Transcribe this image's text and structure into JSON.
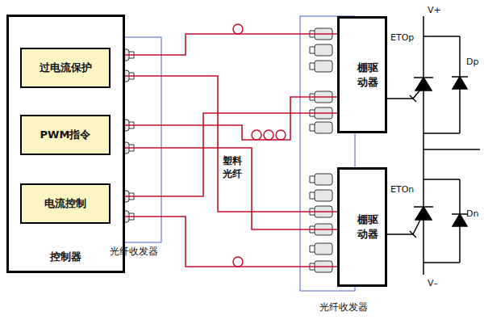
{
  "diagram": {
    "nodes": [
      {
        "text": [
          "控制器"
        ]
      },
      {
        "text": [
          "过电流保护"
        ],
        "in": 0
      },
      {
        "text": [
          "PWM指令"
        ],
        "in": 0
      },
      {
        "text": [
          "电流控制"
        ],
        "in": 0
      },
      {
        "text": [
          "棚驱 动器"
        ]
      },
      {
        "text": [
          "棚驱 动器"
        ]
      }
    ],
    "edges": [
      {
        "from": 1,
        "to": 4,
        "arrow": "none"
      },
      {
        "from": 1,
        "to": 5,
        "arrow": "none"
      },
      {
        "from": 2,
        "to": 4,
        "arrow": "none"
      },
      {
        "from": 2,
        "to": 5,
        "arrow": "none"
      },
      {
        "from": 3,
        "to": 4,
        "arrow": "none"
      },
      {
        "from": 3,
        "to": 5,
        "arrow": "none"
      }
    ],
    "labels": [
      "塑料 光纤",
      "光纤收发器",
      "光纤收发器",
      "V+",
      "ETOp",
      "Dp",
      "ETOn",
      "Dn",
      "V–"
    ]
  }
}
